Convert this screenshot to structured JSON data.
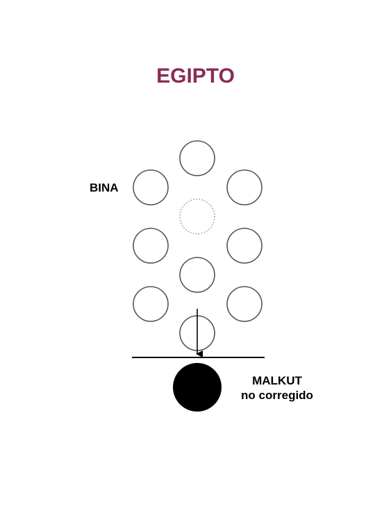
{
  "title": "EGIPTO",
  "colors": {
    "title": "#8b2a57",
    "circle_stroke": "#555555",
    "dotted_stroke": "#9a9a9a",
    "line": "#000000",
    "malkut_fill": "#000000"
  },
  "labels": {
    "bina": "BINA",
    "malkut_name": "MALKUT",
    "malkut_status": "no corregido"
  }
}
